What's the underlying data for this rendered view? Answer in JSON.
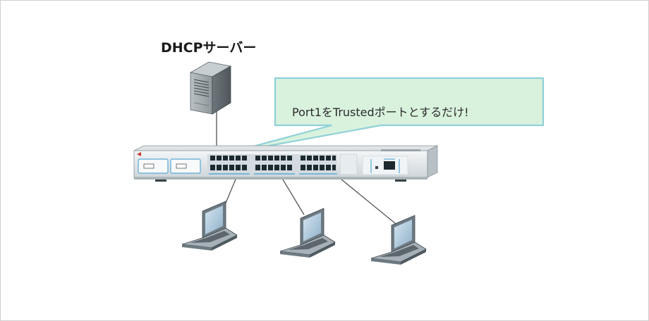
{
  "diagram": {
    "server_label": "DHCPサーバー",
    "callout_text": "Port1をTrustedポートとするだけ!",
    "colors": {
      "callout_fill": "#d9f2de",
      "callout_stroke": "#8fd0d8",
      "switch_body": "#eceff1",
      "port_dark": "#1c2a30",
      "link_line": "#555555"
    },
    "nodes": [
      {
        "id": "dhcp-server",
        "kind": "server"
      },
      {
        "id": "switch",
        "kind": "switch"
      },
      {
        "id": "laptop-1",
        "kind": "client"
      },
      {
        "id": "laptop-2",
        "kind": "client"
      },
      {
        "id": "laptop-3",
        "kind": "client"
      }
    ],
    "links": [
      {
        "from": "dhcp-server",
        "to": "switch"
      },
      {
        "from": "switch",
        "to": "laptop-1"
      },
      {
        "from": "switch",
        "to": "laptop-2"
      },
      {
        "from": "switch",
        "to": "laptop-3"
      }
    ]
  }
}
